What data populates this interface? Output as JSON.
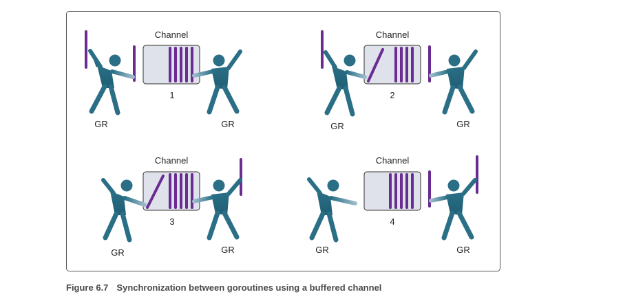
{
  "colors": {
    "figure": "#2a6f86",
    "figure_light": "#8fb2c0",
    "bar": "#6a2c91",
    "channel_fill": "#dfe2ea",
    "frame": "#555555"
  },
  "panels": [
    {
      "channel_label": "Channel",
      "step": "1",
      "left_label": "GR",
      "right_label": "GR"
    },
    {
      "channel_label": "Channel",
      "step": "2",
      "left_label": "GR",
      "right_label": "GR"
    },
    {
      "channel_label": "Channel",
      "step": "3",
      "left_label": "GR",
      "right_label": "GR"
    },
    {
      "channel_label": "Channel",
      "step": "4",
      "left_label": "GR",
      "right_label": "GR"
    }
  ],
  "caption": {
    "figure_number": "Figure 6.7",
    "text": "Synchronization between goroutines using a buffered channel"
  }
}
